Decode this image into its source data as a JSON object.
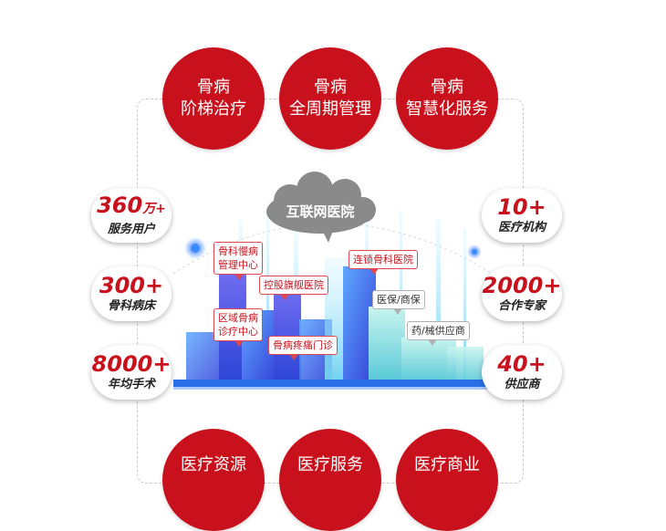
{
  "top_circles": [
    {
      "line1": "骨病",
      "line2": "阶梯治疗"
    },
    {
      "line1": "骨病",
      "line2": "全周期管理"
    },
    {
      "line1": "骨病",
      "line2": "智慧化服务"
    }
  ],
  "bottom_circles": [
    {
      "line1": "医疗资源"
    },
    {
      "line1": "医疗服务"
    },
    {
      "line1": "医疗商业"
    }
  ],
  "left_stats": [
    {
      "num": "360",
      "unit": "万+",
      "label": "服务用户"
    },
    {
      "num": "300+",
      "unit": "",
      "label": "骨科病床"
    },
    {
      "num": "8000+",
      "unit": "",
      "label": "年均手术"
    }
  ],
  "right_stats": [
    {
      "num": "10+",
      "unit": "",
      "label": "医疗机构"
    },
    {
      "num": "2000+",
      "unit": "",
      "label": "合作专家"
    },
    {
      "num": "40+",
      "unit": "",
      "label": "供应商"
    }
  ],
  "cloud": {
    "label": "互联网医院"
  },
  "tags": {
    "chronic": {
      "line1": "骨科慢病",
      "line2": "管理中心"
    },
    "flagship": "控股旗舰医院",
    "chain": "连锁骨科医院",
    "regional": {
      "line1": "区域骨病",
      "line2": "诊疗中心"
    },
    "insurance": "医保/商保",
    "pain": "骨病疼痛门诊",
    "supplier": "药/械供应商"
  },
  "colors": {
    "accent": "#c8111c",
    "building_light": "#7fd4f2",
    "building_dark": "#3b50e0",
    "ground": "#2a6fe8"
  }
}
